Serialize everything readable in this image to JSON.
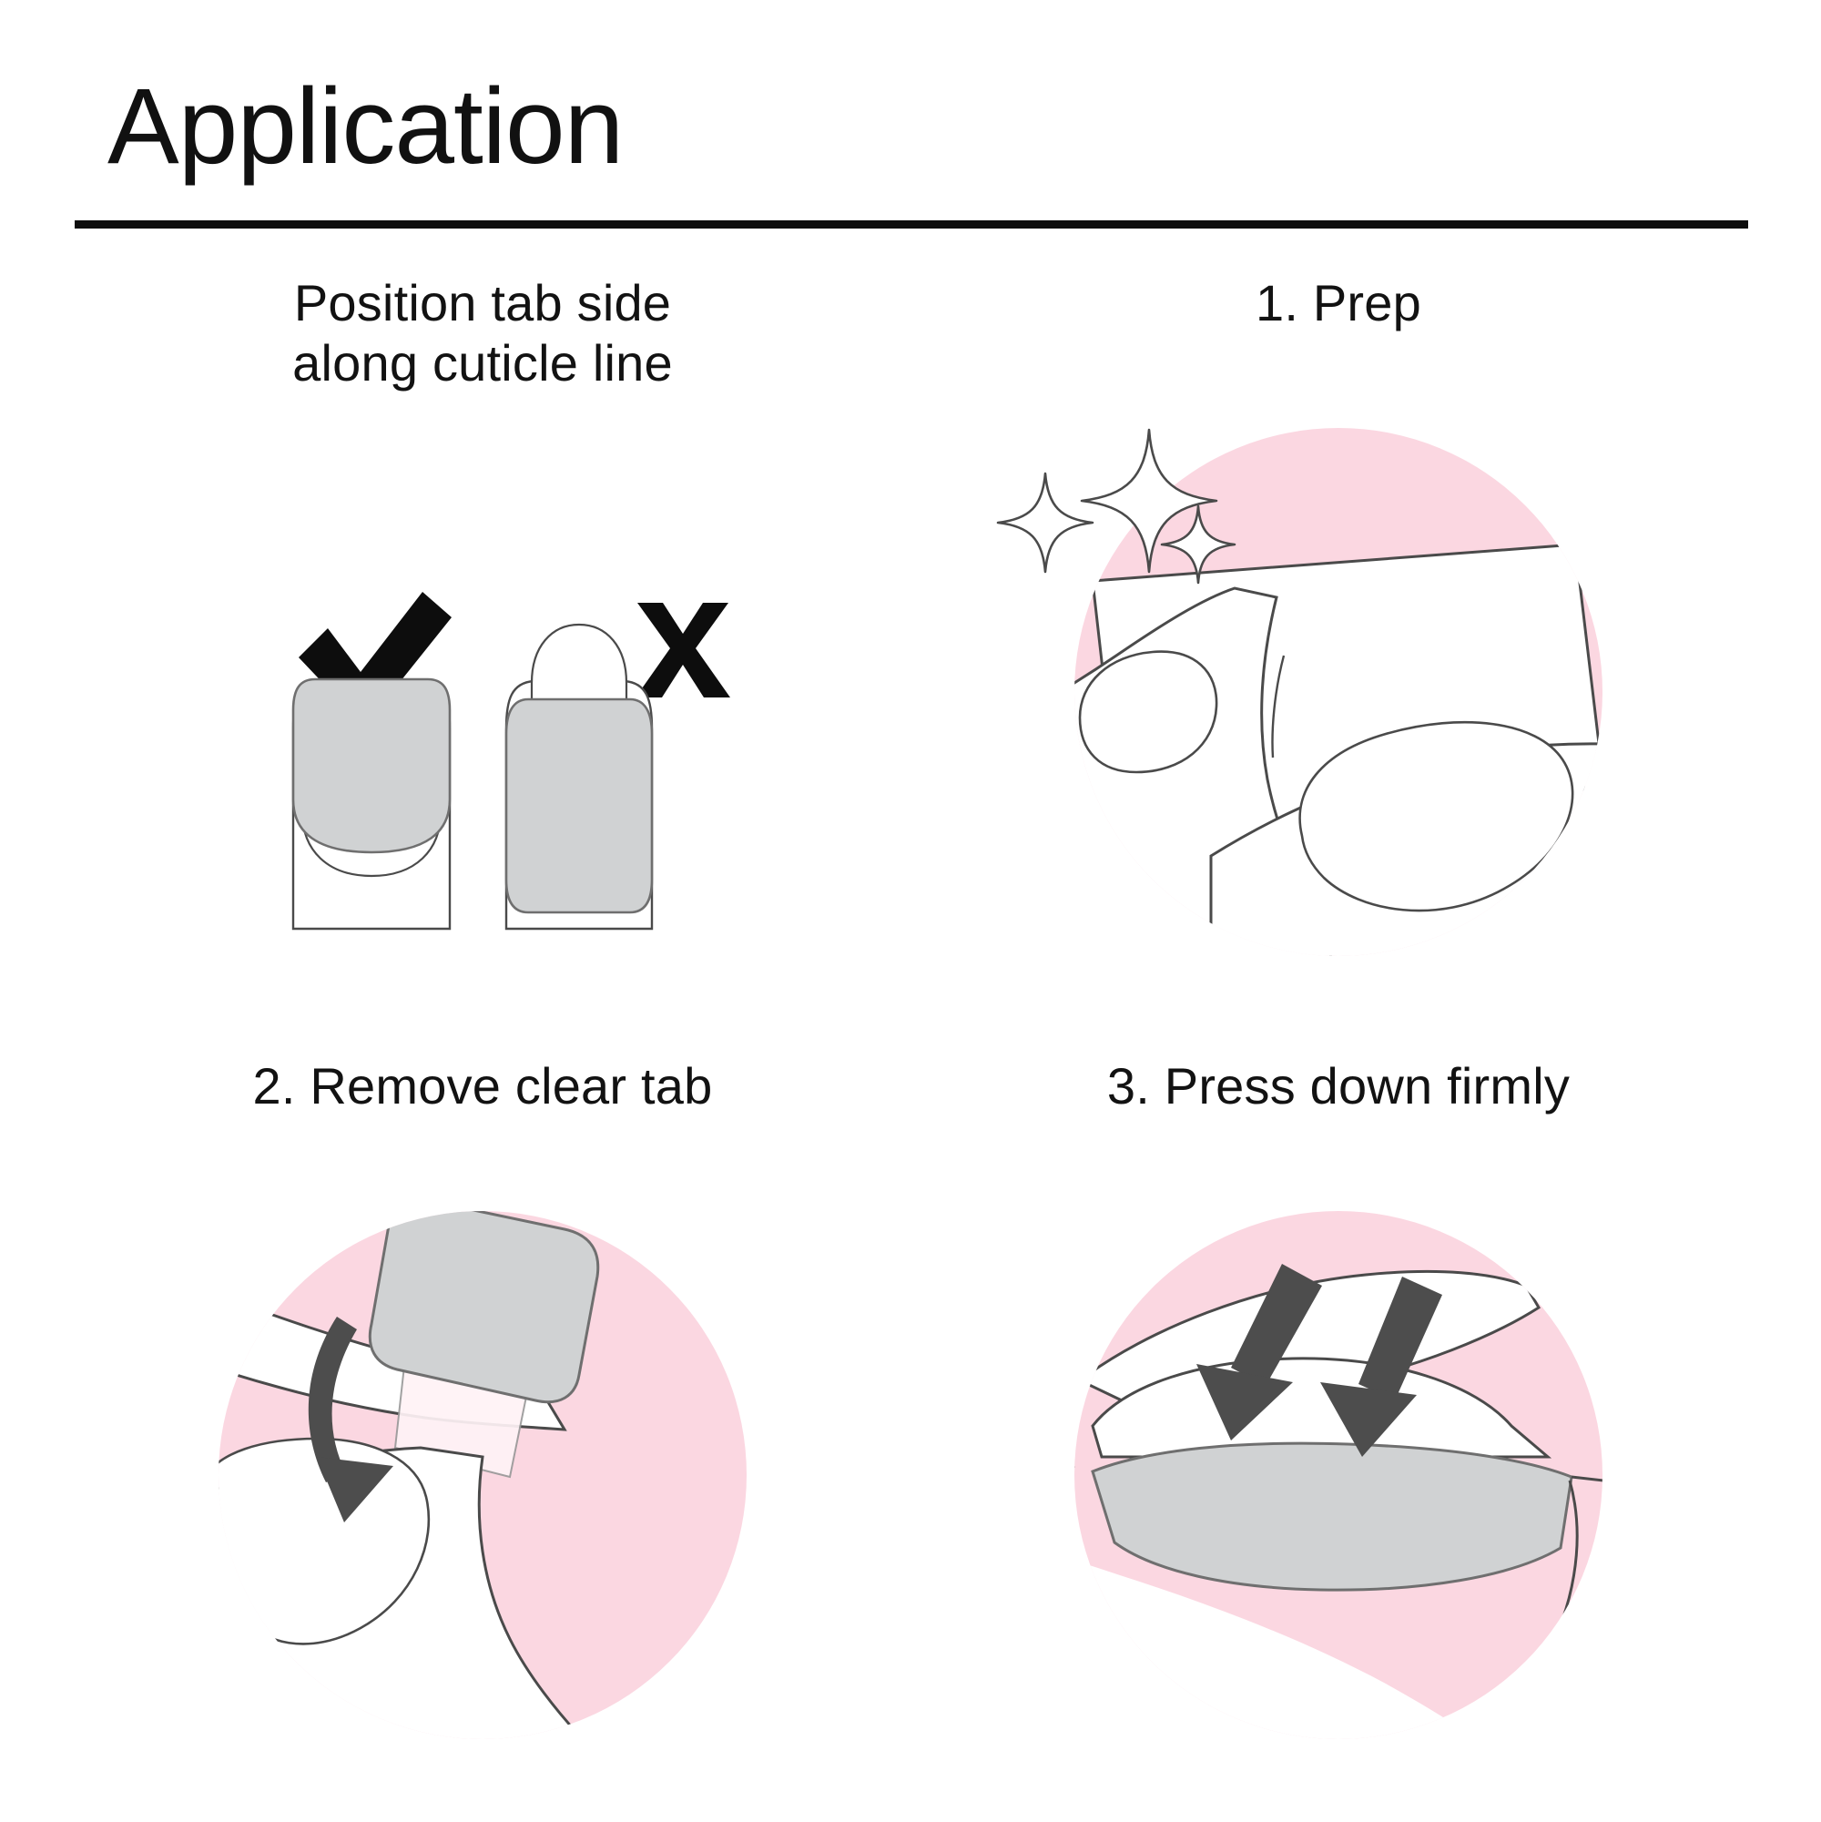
{
  "header": {
    "title": "Application"
  },
  "colors": {
    "pink_circle": "#FBD7E1",
    "sticker_gray": "#D0D2D3",
    "outline": "#4A4A4A",
    "arrow": "#4D4D4D",
    "ink": "#111111",
    "background": "#FFFFFF"
  },
  "panels": [
    {
      "id": "position",
      "caption": "Position tab side\nalong cuticle line",
      "correct_marker": "✔",
      "incorrect_marker": "X",
      "correct_label": "check-mark",
      "incorrect_label": "x-mark",
      "icons": [
        "check-mark-icon",
        "x-mark-icon",
        "nail-correct-icon",
        "nail-incorrect-icon"
      ]
    },
    {
      "id": "prep",
      "caption": "1. Prep",
      "step_number": "1",
      "step_name": "Prep",
      "icons": [
        "sparkle-icon",
        "hand-wipe-icon",
        "pink-circle-backdrop"
      ]
    },
    {
      "id": "remove-tab",
      "caption": "2. Remove clear tab",
      "step_number": "2",
      "step_name": "Remove clear tab",
      "icons": [
        "curved-arrow-icon",
        "clear-tab-icon",
        "pink-circle-backdrop"
      ]
    },
    {
      "id": "press-down",
      "caption": "3. Press down firmly",
      "step_number": "3",
      "step_name": "Press down firmly",
      "icons": [
        "down-arrow-icon",
        "nail-wrap-icon",
        "pink-circle-backdrop"
      ]
    }
  ]
}
